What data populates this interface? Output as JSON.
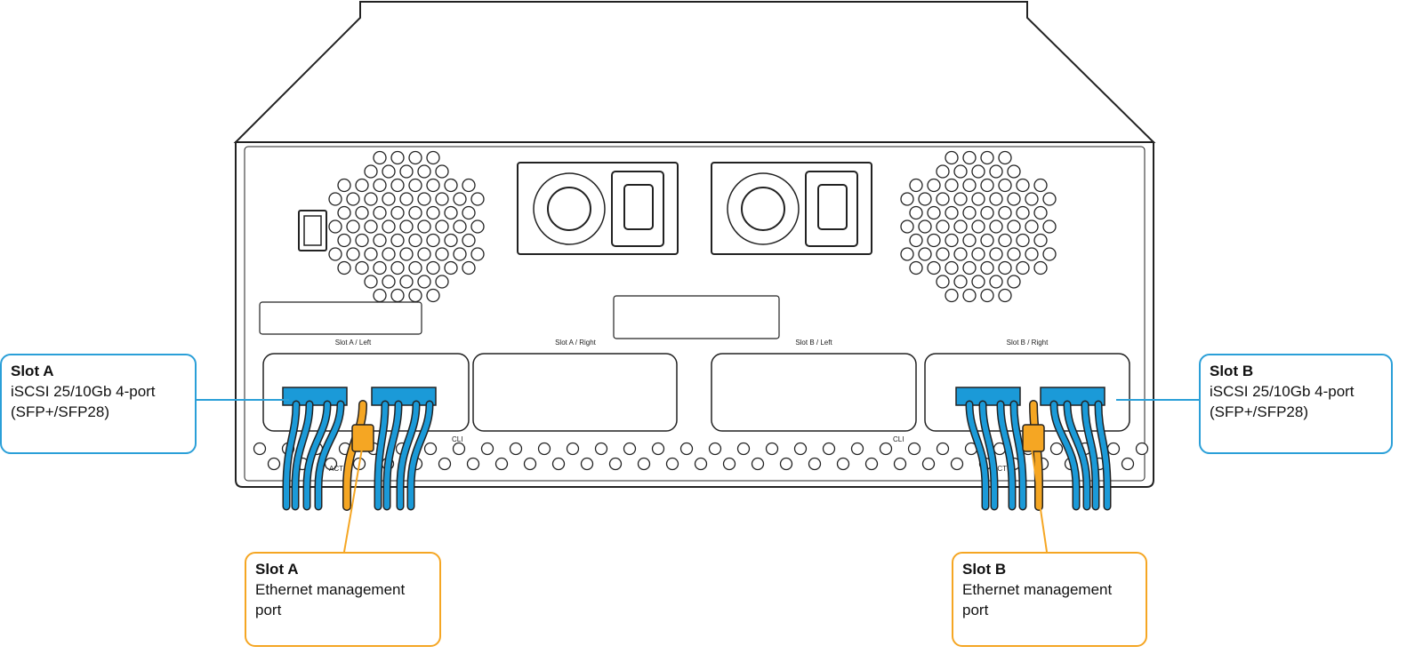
{
  "colors": {
    "accent_blue": "#2a9fd8",
    "cable_blue": "#1b9ad8",
    "accent_orange": "#f5a623"
  },
  "slots": [
    {
      "label": "Slot A / Left"
    },
    {
      "label": "Slot A / Right"
    },
    {
      "label": "Slot B / Left"
    },
    {
      "label": "Slot B / Right"
    }
  ],
  "port_labels": {
    "cli": "CLI",
    "act": "ACT"
  },
  "callouts": {
    "slot_a_iscsi": {
      "title": "Slot A",
      "line1": "iSCSI 25/10Gb 4-port",
      "line2": "(SFP+/SFP28)"
    },
    "slot_b_iscsi": {
      "title": "Slot B",
      "line1": "iSCSI 25/10Gb 4-port",
      "line2": "(SFP+/SFP28)"
    },
    "slot_a_eth": {
      "title": "Slot A",
      "line1": "Ethernet management",
      "line2": "port"
    },
    "slot_b_eth": {
      "title": "Slot B",
      "line1": "Ethernet management",
      "line2": "port"
    }
  }
}
